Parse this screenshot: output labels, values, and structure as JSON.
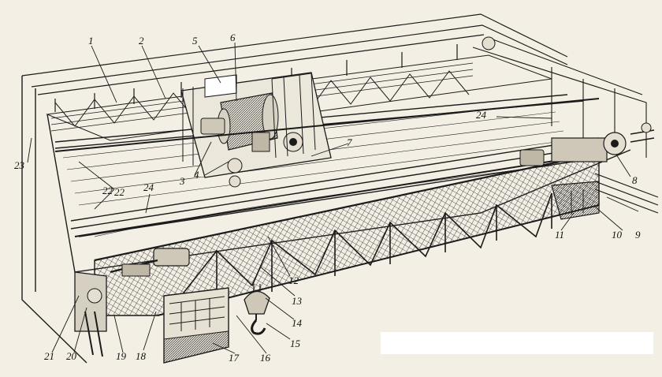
{
  "callouts": [
    "1",
    "2",
    "3",
    "4",
    "5",
    "6",
    "7",
    "8",
    "9",
    "10",
    "11",
    "12",
    "13",
    "14",
    "15",
    "16",
    "17",
    "18",
    "19",
    "20",
    "21",
    "22",
    "22",
    "23",
    "24",
    "24"
  ],
  "colors": {
    "ink": "#1b1b1b",
    "paper": "#f3efe4",
    "blank": "#ffffff"
  }
}
